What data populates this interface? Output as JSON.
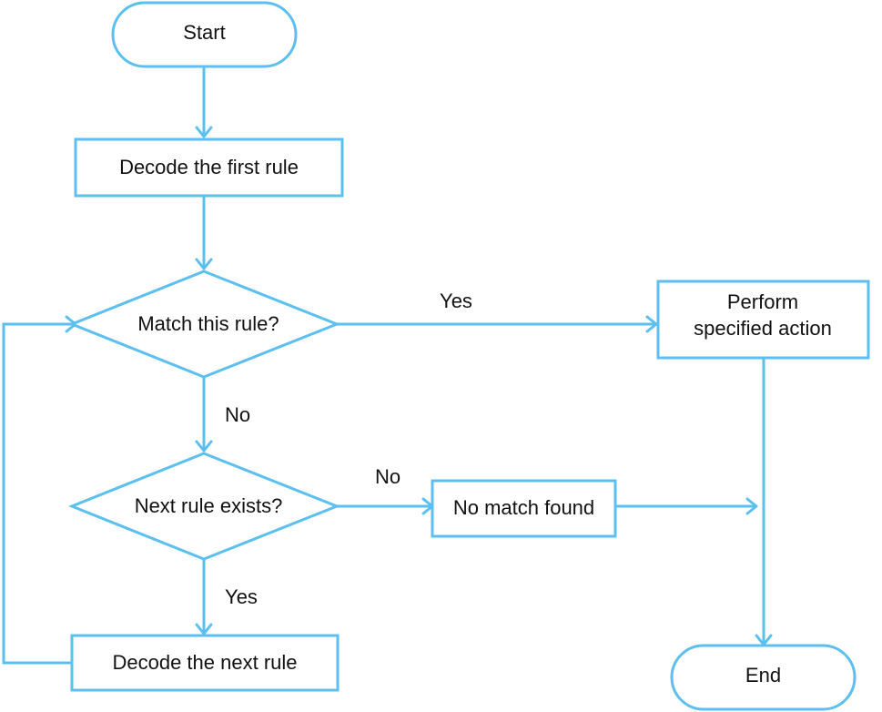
{
  "diagram": {
    "type": "flowchart",
    "colors": {
      "stroke": "#5bc0f0",
      "fill": "#ffffff",
      "text": "#111111"
    },
    "nodes": {
      "start": "Start",
      "decode_first": "Decode the first rule",
      "match": "Match this rule?",
      "perform_line1": "Perform",
      "perform_line2": "specified action",
      "next_exists": "Next rule exists?",
      "no_match": "No match found",
      "decode_next": "Decode the next rule",
      "end": "End"
    },
    "edge_labels": {
      "match_yes": "Yes",
      "match_no": "No",
      "next_no": "No",
      "next_yes": "Yes"
    }
  }
}
